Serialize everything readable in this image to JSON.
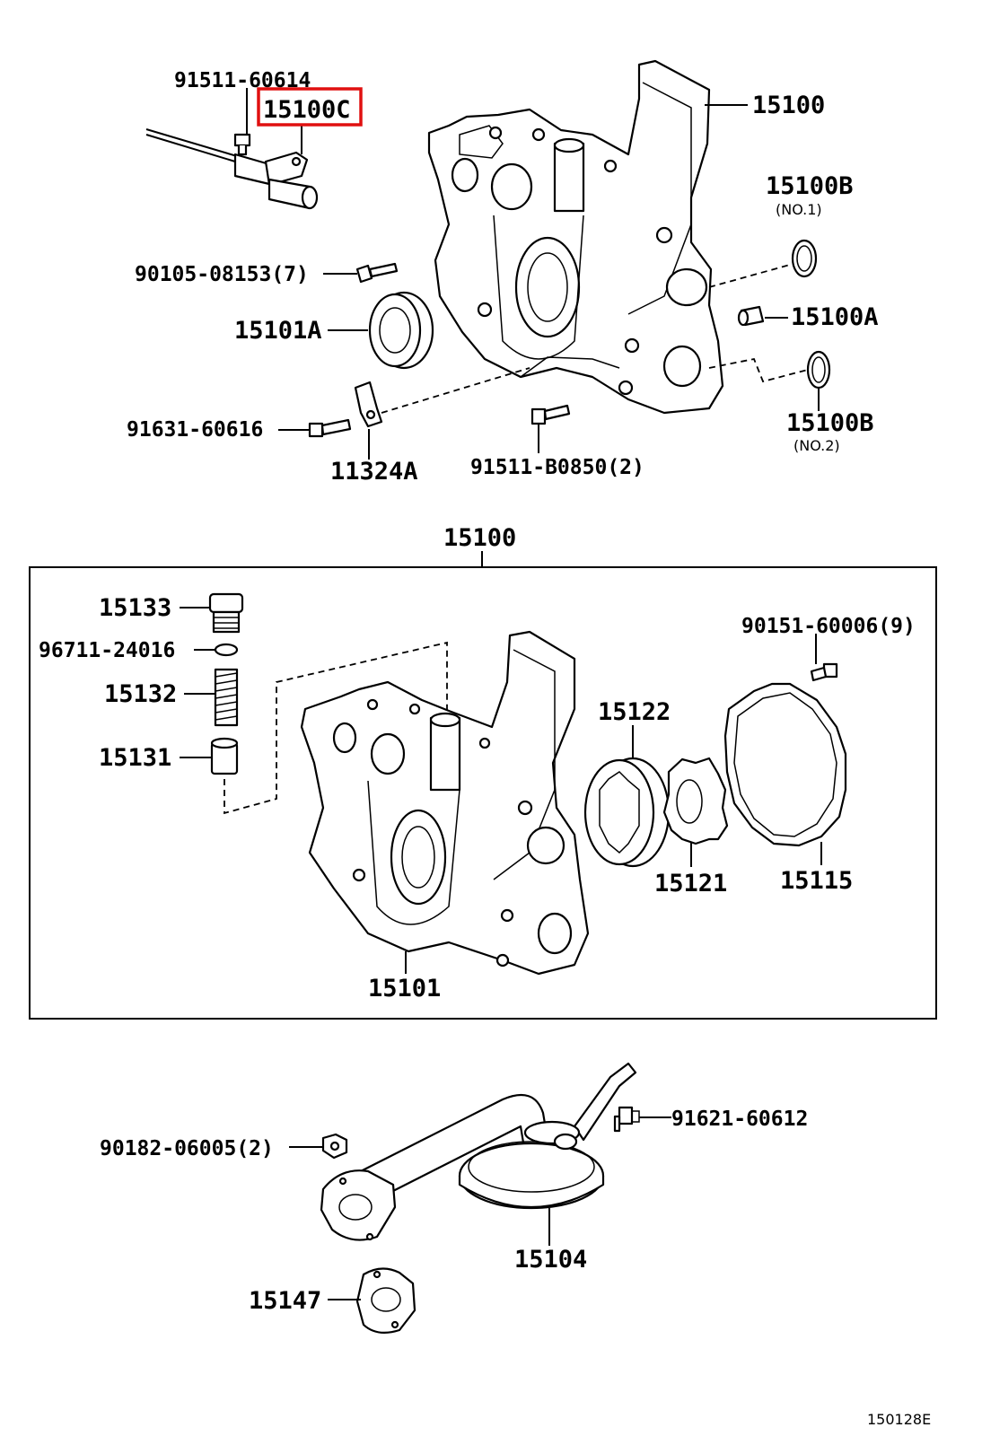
{
  "diagram": {
    "highlight_color": "#e01010",
    "footer_code": "150128E",
    "labels": {
      "l_91511_60614": "91511-60614",
      "l_15100c": "15100C",
      "l_15100_top": "15100",
      "l_15100b_1": "15100B",
      "l_no1": "(NO.1)",
      "l_90105": "90105-08153(7)",
      "l_15101a": "15101A",
      "l_15100a": "15100A",
      "l_91631": "91631-60616",
      "l_15100b_2": "15100B",
      "l_no2": "(NO.2)",
      "l_11324a": "11324A",
      "l_91511_b0850": "91511-B0850(2)",
      "l_15100_box": "15100",
      "l_15133": "15133",
      "l_96711": "96711-24016",
      "l_15132": "15132",
      "l_15131": "15131",
      "l_90151": "90151-60006(9)",
      "l_15122": "15122",
      "l_15121": "15121",
      "l_15115": "15115",
      "l_15101": "15101",
      "l_90182": "90182-06005(2)",
      "l_91621": "91621-60612",
      "l_15104": "15104",
      "l_15147": "15147"
    }
  }
}
